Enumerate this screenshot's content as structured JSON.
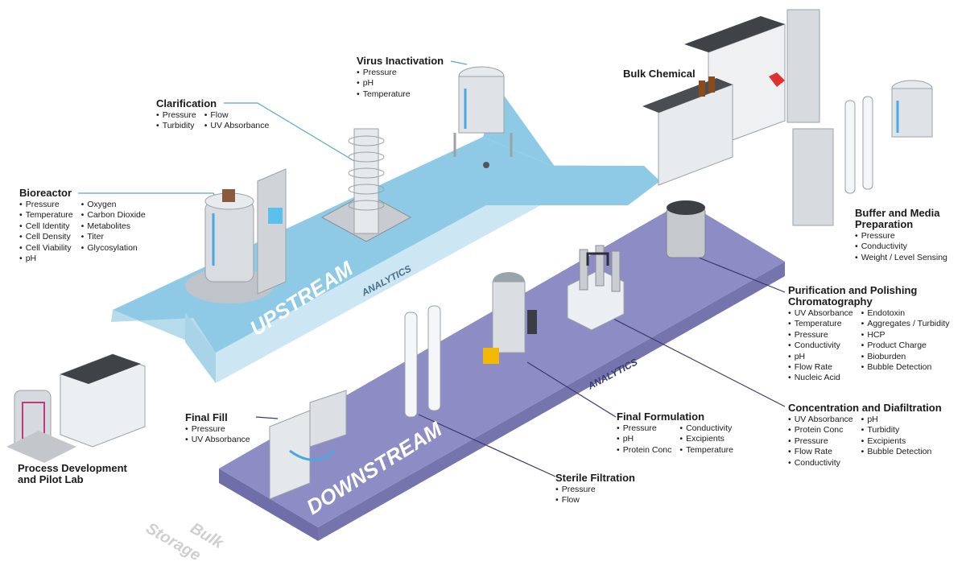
{
  "bands": {
    "upstream": "UPSTREAM",
    "downstream": "DOWNSTREAM",
    "analytics": "ANALYTICS",
    "bulk_storage_line1": "Bulk",
    "bulk_storage_line2": "Storage"
  },
  "colors": {
    "upstream_band": "#8ecae6",
    "downstream_band": "#8d8cc4",
    "text": "#1a1a1a",
    "bulk_storage_text": "#cfcfcf"
  },
  "stations": {
    "bioreactor": {
      "title": "Bioreactor",
      "col1": [
        "Pressure",
        "Temperature",
        "Cell Identity",
        "Cell Density",
        "Cell Viability",
        "pH"
      ],
      "col2": [
        "Oxygen",
        "Carbon Dioxide",
        "Metabolites",
        "Titer",
        "Glycosylation"
      ]
    },
    "clarification": {
      "title": "Clarification",
      "col1": [
        "Pressure",
        "Turbidity"
      ],
      "col2": [
        "Flow",
        "UV Absorbance"
      ]
    },
    "virus_inactivation": {
      "title": "Virus Inactivation",
      "items": [
        "Pressure",
        "pH",
        "Temperature"
      ]
    },
    "bulk_chemical": {
      "title": "Bulk Chemical"
    },
    "buffer_media": {
      "title_line1": "Buffer and Media",
      "title_line2": "Preparation",
      "items": [
        "Pressure",
        "Conductivity",
        "Weight / Level Sensing"
      ]
    },
    "purification": {
      "title_line1": "Purification and Polishing",
      "title_line2": "Chromatography",
      "col1": [
        "UV Absorbance",
        "Temperature",
        "Pressure",
        "Conductivity",
        "pH",
        "Flow Rate",
        "Nucleic Acid"
      ],
      "col2": [
        "Endotoxin",
        "Aggregates / Turbidity",
        "HCP",
        "Product Charge",
        "Bioburden",
        "Bubble Detection"
      ]
    },
    "concentration": {
      "title": "Concentration and Diafiltration",
      "col1": [
        "UV Absorbance",
        "Protein Conc",
        "Pressure",
        "Flow Rate",
        "Conductivity"
      ],
      "col2": [
        "pH",
        "Turbidity",
        "Excipients",
        "Bubble Detection"
      ]
    },
    "final_formulation": {
      "title": "Final Formulation",
      "col1": [
        "Pressure",
        "pH",
        "Protein Conc"
      ],
      "col2": [
        "Conductivity",
        "Excipients",
        "Temperature"
      ]
    },
    "final_fill": {
      "title": "Final Fill",
      "items": [
        "Pressure",
        "UV Absorbance"
      ]
    },
    "sterile_filtration": {
      "title": "Sterile Filtration",
      "items": [
        "Pressure",
        "Flow"
      ]
    },
    "process_dev": {
      "title_line1": "Process Development",
      "title_line2": "and Pilot Lab"
    }
  }
}
